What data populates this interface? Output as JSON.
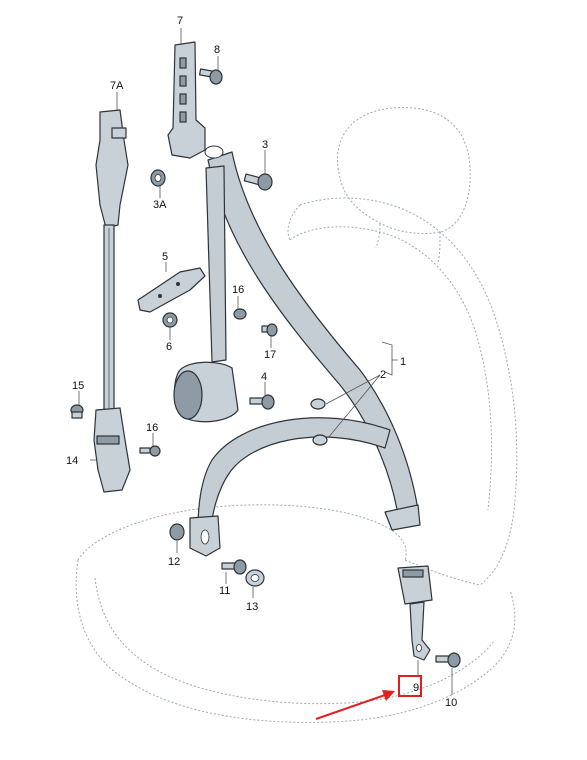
{
  "colors": {
    "part_fill": "#c9d1d8",
    "outline": "#2e3439",
    "seat_outline": "#9ea9b2",
    "highlight": "#e02020",
    "arrow": "#e02020"
  },
  "labels": {
    "p1": "1",
    "p2": "2",
    "p3": "3",
    "p3a": "3A",
    "p4": "4",
    "p5": "5",
    "p6": "6",
    "p7": "7",
    "p7a": "7A",
    "p8": "8",
    "p9": "9",
    "p10": "10",
    "p11": "11",
    "p12": "12",
    "p13": "13",
    "p14": "14",
    "p15": "15",
    "p16a": "16",
    "p16b": "16",
    "p17": "17"
  },
  "highlighted_part": "9"
}
